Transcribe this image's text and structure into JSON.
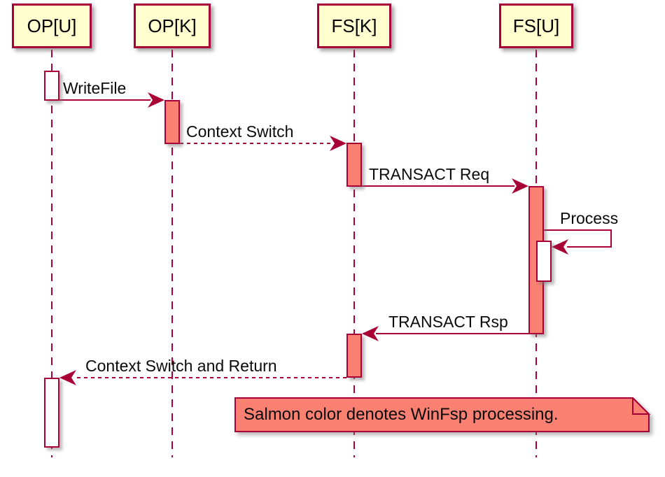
{
  "participants": [
    {
      "label": "OP[U]"
    },
    {
      "label": "OP[K]"
    },
    {
      "label": "FS[K]"
    },
    {
      "label": "FS[U]"
    }
  ],
  "messages": [
    {
      "label": "WriteFile",
      "from": "OP[U]",
      "to": "OP[K]",
      "line": "solid"
    },
    {
      "label": "Context Switch",
      "from": "OP[K]",
      "to": "FS[K]",
      "line": "dashed"
    },
    {
      "label": "TRANSACT Req",
      "from": "FS[K]",
      "to": "FS[U]",
      "line": "solid"
    },
    {
      "label": "Process",
      "from": "FS[U]",
      "to": "FS[U]",
      "line": "self"
    },
    {
      "label": "TRANSACT Rsp",
      "from": "FS[U]",
      "to": "FS[K]",
      "line": "solid"
    },
    {
      "label": "Context Switch and Return",
      "from": "FS[K]",
      "to": "OP[U]",
      "line": "dashed"
    }
  ],
  "note": {
    "text": "Salmon color denotes WinFsp processing."
  },
  "colors": {
    "participant_fill": "#FEFECE",
    "line": "#A80036",
    "salmon": "#FA8072",
    "activation_plain": "#FFFFFF",
    "background": "#FFFFFF",
    "text": "#000000"
  }
}
